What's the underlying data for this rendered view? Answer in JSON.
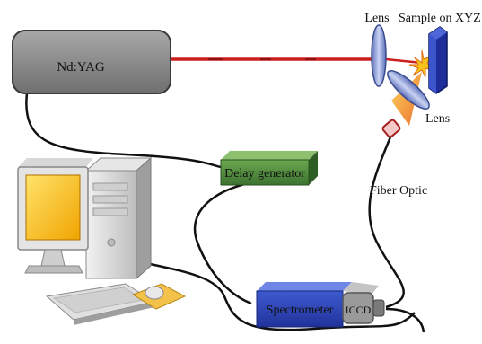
{
  "labels": {
    "laser": "Nd:YAG",
    "lens_top": "Lens",
    "sample": "Sample on XYZ",
    "lens_bottom": "Lens",
    "fiber": "Fiber Optic",
    "delay": "Delay generator",
    "spectrometer": "Spectrometer",
    "iccd": "ICCD"
  },
  "colors": {
    "laser_box": "#8c8c8c",
    "beam": "#cc1f1f",
    "lens": "#7d8fd0",
    "sample": "#2a3fb5",
    "delay_box": "#4e8a3a",
    "spectrometer_box": "#2e47b8",
    "iccd_box": "#9a9a9a",
    "cable": "#111111",
    "plume": "#f29a2e"
  }
}
